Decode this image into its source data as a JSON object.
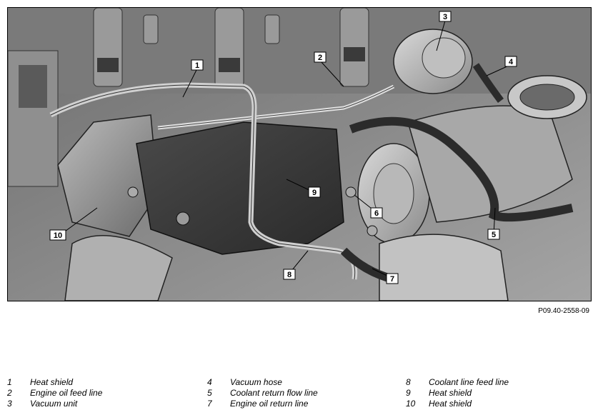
{
  "figure": {
    "reference": "P09.40-2558-09",
    "callouts": [
      "1",
      "2",
      "3",
      "4",
      "5",
      "6",
      "7",
      "8",
      "9",
      "10"
    ]
  },
  "legend": {
    "columns": [
      [
        {
          "num": "1",
          "text": "Heat shield"
        },
        {
          "num": "2",
          "text": "Engine oil feed line"
        },
        {
          "num": "3",
          "text": "Vacuum unit"
        }
      ],
      [
        {
          "num": "4",
          "text": "Vacuum hose"
        },
        {
          "num": "5",
          "text": "Coolant return flow line"
        },
        {
          "num": "7",
          "text": "Engine oil return line"
        }
      ],
      [
        {
          "num": "8",
          "text": "Coolant line feed line"
        },
        {
          "num": "9",
          "text": "Heat shield"
        },
        {
          "num": "10",
          "text": "Heat shield"
        }
      ]
    ]
  }
}
